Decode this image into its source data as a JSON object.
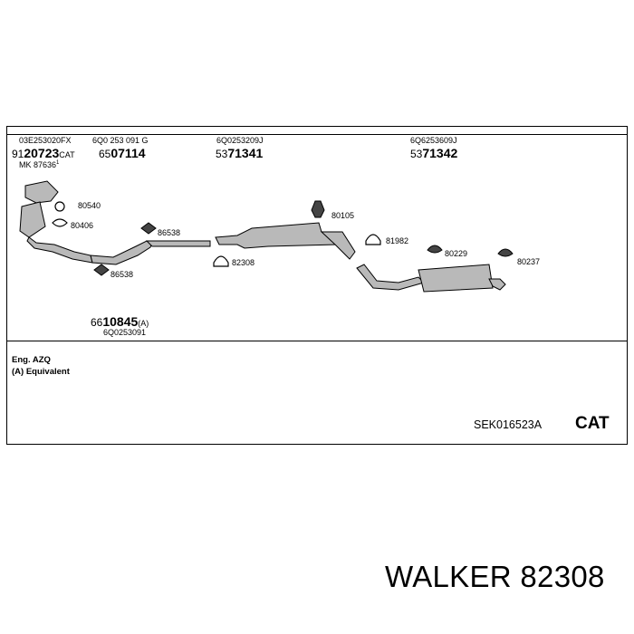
{
  "parts": [
    {
      "oe": "03E253020FX",
      "prefix": "91",
      "num": "20723",
      "suffix": "CAT",
      "extra": "MK 87636"
    },
    {
      "oe": "6Q0 253 091 G",
      "prefix": "65",
      "num": "07114",
      "suffix": ""
    },
    {
      "oe": "6Q0253209J",
      "prefix": "53",
      "num": "71341",
      "suffix": ""
    },
    {
      "oe": "6Q6253609J",
      "prefix": "53",
      "num": "71342",
      "suffix": ""
    }
  ],
  "accessories": {
    "a80540": "80540",
    "a80406": "80406",
    "a86538_top": "86538",
    "a86538_bottom": "86538",
    "a82308": "82308",
    "a80105": "80105",
    "a81982": "81982",
    "a80229": "80229",
    "a80237": "80237"
  },
  "pipe_part": {
    "prefix": "66",
    "num": "10845",
    "suffix": "(A)",
    "oe": "6Q0253091"
  },
  "notes": {
    "engine": "Eng. AZQ",
    "equivalent": "(A) Equivalent"
  },
  "kit_code": "SEK016523A",
  "cat_label": "CAT",
  "brand_line": "WALKER 82308"
}
